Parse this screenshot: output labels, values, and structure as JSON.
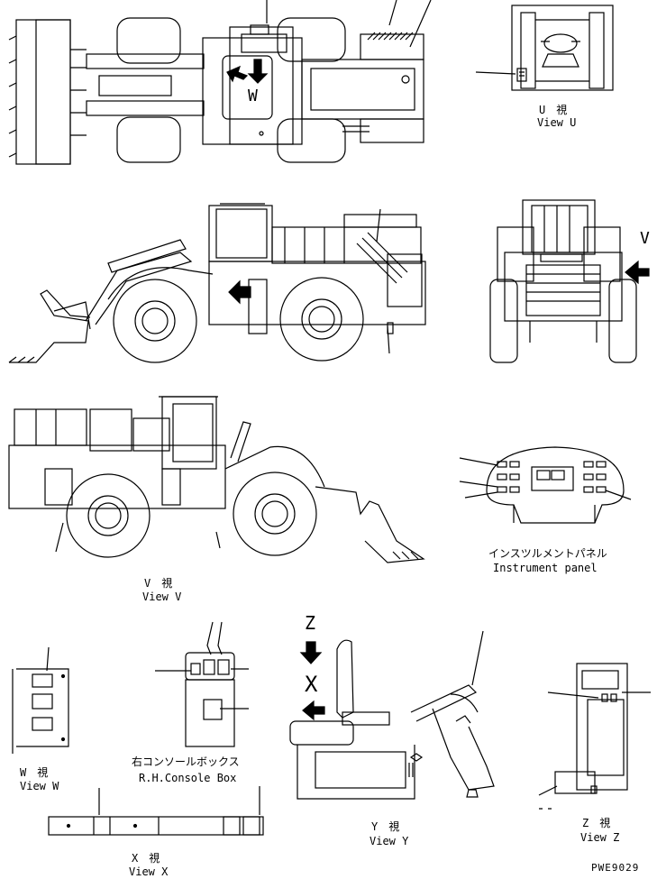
{
  "views": {
    "u": {
      "jp": "U　視",
      "en": "View U"
    },
    "v": {
      "jp": "V　視",
      "en": "View V"
    },
    "w": {
      "jp": "W　視",
      "en": "View W"
    },
    "x": {
      "jp": "X　視",
      "en": "View X"
    },
    "y": {
      "jp": "Y　視",
      "en": "View Y"
    },
    "z": {
      "jp": "Z　視",
      "en": "View Z"
    }
  },
  "instrument_panel": {
    "jp": "インスツルメントパネル",
    "en": "Instrument panel"
  },
  "rh_console": {
    "jp": "右コンソールボックス",
    "en": "R.H.Console Box"
  },
  "markers": {
    "w": "W",
    "v": "V",
    "x": "X",
    "z": "Z"
  },
  "drawing_code": "PWE9029",
  "colors": {
    "line": "#000000",
    "background": "#ffffff"
  }
}
